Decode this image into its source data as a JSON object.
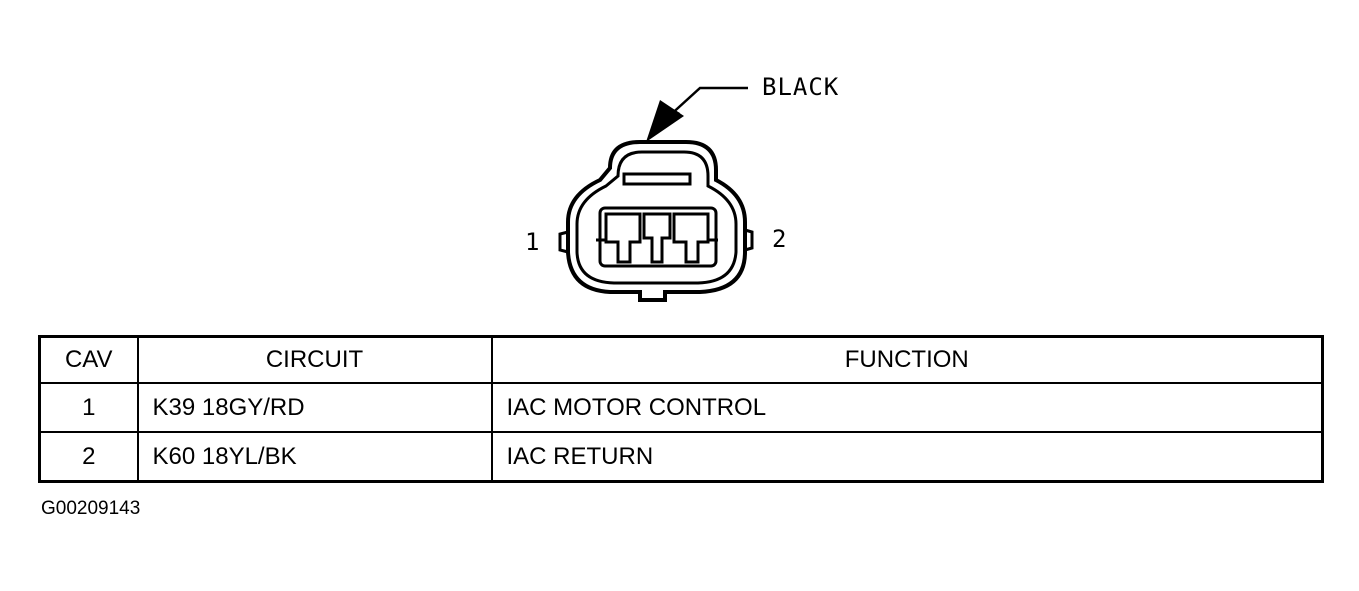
{
  "connector": {
    "color_label": "BLACK",
    "pin1_label": "1",
    "pin2_label": "2"
  },
  "table": {
    "headers": [
      "CAV",
      "CIRCUIT",
      "FUNCTION"
    ],
    "rows": [
      {
        "cav": "1",
        "circuit": "K39 18GY/RD",
        "function": "IAC MOTOR CONTROL"
      },
      {
        "cav": "2",
        "circuit": "K60 18YL/BK",
        "function": "IAC RETURN"
      }
    ]
  },
  "figure_id": "G00209143"
}
